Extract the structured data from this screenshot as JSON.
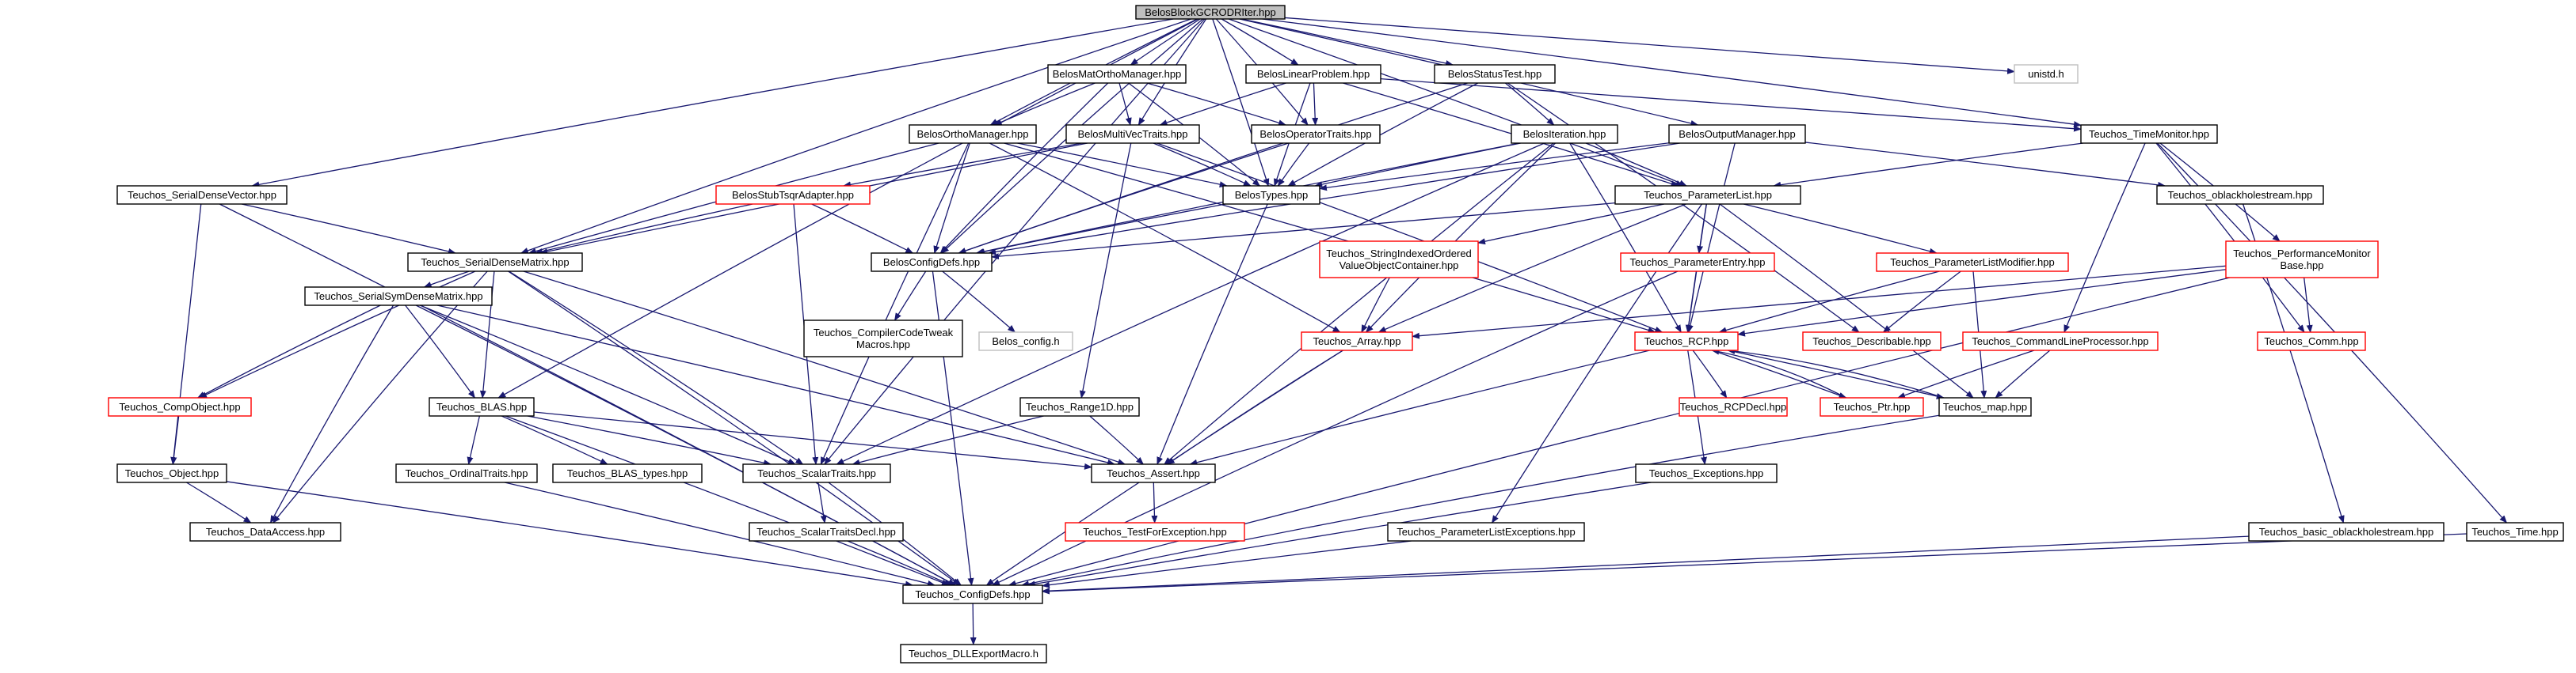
{
  "graph": {
    "type": "include-dependency-graph",
    "colors": {
      "edge": "#191970",
      "node_border_default": "#000000",
      "node_border_external": "#ff0000",
      "node_border_system": "#bfbfbf",
      "root_fill": "#bfbfbf",
      "node_fill": "#ffffff"
    },
    "nodes": [
      {
        "id": "root",
        "label": "BelosBlockGCRODRIter.hpp",
        "style": "root"
      },
      {
        "id": "unistd",
        "label": "unistd.h",
        "style": "system"
      },
      {
        "id": "bmom",
        "label": "BelosMatOrthoManager.hpp",
        "style": "normal"
      },
      {
        "id": "blp",
        "label": "BelosLinearProblem.hpp",
        "style": "normal"
      },
      {
        "id": "bst",
        "label": "BelosStatusTest.hpp",
        "style": "normal"
      },
      {
        "id": "ttm",
        "label": "Teuchos_TimeMonitor.hpp",
        "style": "normal"
      },
      {
        "id": "bom",
        "label": "BelosOrthoManager.hpp",
        "style": "normal"
      },
      {
        "id": "bmvt",
        "label": "BelosMultiVecTraits.hpp",
        "style": "normal"
      },
      {
        "id": "bopt",
        "label": "BelosOperatorTraits.hpp",
        "style": "normal"
      },
      {
        "id": "bit",
        "label": "BelosIteration.hpp",
        "style": "normal"
      },
      {
        "id": "bout",
        "label": "BelosOutputManager.hpp",
        "style": "normal"
      },
      {
        "id": "tsdv",
        "label": "Teuchos_SerialDenseVector.hpp",
        "style": "normal"
      },
      {
        "id": "bsta",
        "label": "BelosStubTsqrAdapter.hpp",
        "style": "external"
      },
      {
        "id": "btypes",
        "label": "BelosTypes.hpp",
        "style": "normal"
      },
      {
        "id": "tpl",
        "label": "Teuchos_ParameterList.hpp",
        "style": "normal"
      },
      {
        "id": "tobh",
        "label": "Teuchos_oblackholestream.hpp",
        "style": "normal"
      },
      {
        "id": "tsdm",
        "label": "Teuchos_SerialDenseMatrix.hpp",
        "style": "normal"
      },
      {
        "id": "bcd",
        "label": "BelosConfigDefs.hpp",
        "style": "normal"
      },
      {
        "id": "tsioc",
        "label": [
          "Teuchos_StringIndexedOrdered",
          "ValueObjectContainer.hpp"
        ],
        "style": "external"
      },
      {
        "id": "tpe",
        "label": "Teuchos_ParameterEntry.hpp",
        "style": "external"
      },
      {
        "id": "tplm",
        "label": "Teuchos_ParameterListModifier.hpp",
        "style": "external"
      },
      {
        "id": "tpm",
        "label": [
          "Teuchos_PerformanceMonitor",
          "Base.hpp"
        ],
        "style": "external"
      },
      {
        "id": "tssdm",
        "label": "Teuchos_SerialSymDenseMatrix.hpp",
        "style": "normal"
      },
      {
        "id": "tcct",
        "label": [
          "Teuchos_CompilerCodeTweak",
          "Macros.hpp"
        ],
        "style": "normal"
      },
      {
        "id": "bconf",
        "label": "Belos_config.h",
        "style": "system"
      },
      {
        "id": "tarr",
        "label": "Teuchos_Array.hpp",
        "style": "external"
      },
      {
        "id": "trcp",
        "label": "Teuchos_RCP.hpp",
        "style": "external"
      },
      {
        "id": "tdesc",
        "label": "Teuchos_Describable.hpp",
        "style": "external"
      },
      {
        "id": "tclp",
        "label": "Teuchos_CommandLineProcessor.hpp",
        "style": "external"
      },
      {
        "id": "tcomm",
        "label": "Teuchos_Comm.hpp",
        "style": "external"
      },
      {
        "id": "tco",
        "label": "Teuchos_CompObject.hpp",
        "style": "external"
      },
      {
        "id": "tblas",
        "label": "Teuchos_BLAS.hpp",
        "style": "normal"
      },
      {
        "id": "tr1d",
        "label": "Teuchos_Range1D.hpp",
        "style": "normal"
      },
      {
        "id": "trcpd",
        "label": "Teuchos_RCPDecl.hpp",
        "style": "external"
      },
      {
        "id": "tptr",
        "label": "Teuchos_Ptr.hpp",
        "style": "external"
      },
      {
        "id": "tmap",
        "label": "Teuchos_map.hpp",
        "style": "normal"
      },
      {
        "id": "tobj",
        "label": "Teuchos_Object.hpp",
        "style": "normal"
      },
      {
        "id": "tot",
        "label": "Teuchos_OrdinalTraits.hpp",
        "style": "normal"
      },
      {
        "id": "tbt",
        "label": "Teuchos_BLAS_types.hpp",
        "style": "normal"
      },
      {
        "id": "tst",
        "label": "Teuchos_ScalarTraits.hpp",
        "style": "normal"
      },
      {
        "id": "tassert",
        "label": "Teuchos_Assert.hpp",
        "style": "normal"
      },
      {
        "id": "texc",
        "label": "Teuchos_Exceptions.hpp",
        "style": "normal"
      },
      {
        "id": "tda",
        "label": "Teuchos_DataAccess.hpp",
        "style": "normal"
      },
      {
        "id": "tstd",
        "label": "Teuchos_ScalarTraitsDecl.hpp",
        "style": "normal"
      },
      {
        "id": "ttfe",
        "label": "Teuchos_TestForException.hpp",
        "style": "external"
      },
      {
        "id": "tple",
        "label": "Teuchos_ParameterListExceptions.hpp",
        "style": "normal"
      },
      {
        "id": "tbob",
        "label": "Teuchos_basic_oblackholestream.hpp",
        "style": "normal"
      },
      {
        "id": "ttime",
        "label": "Teuchos_Time.hpp",
        "style": "normal"
      },
      {
        "id": "tcd",
        "label": "Teuchos_ConfigDefs.hpp",
        "style": "normal"
      },
      {
        "id": "tdll",
        "label": "Teuchos_DLLExportMacro.h",
        "style": "normal"
      }
    ],
    "edges": [
      [
        "root",
        "unistd"
      ],
      [
        "root",
        "bmom"
      ],
      [
        "root",
        "blp"
      ],
      [
        "root",
        "bst"
      ],
      [
        "root",
        "ttm"
      ],
      [
        "root",
        "bom"
      ],
      [
        "root",
        "bmvt"
      ],
      [
        "root",
        "bopt"
      ],
      [
        "root",
        "bout"
      ],
      [
        "root",
        "tsdv"
      ],
      [
        "root",
        "btypes"
      ],
      [
        "root",
        "tpl"
      ],
      [
        "root",
        "tsdm"
      ],
      [
        "root",
        "bcd"
      ],
      [
        "root",
        "tblas"
      ],
      [
        "root",
        "tst"
      ],
      [
        "bmom",
        "bom"
      ],
      [
        "bmom",
        "bmvt"
      ],
      [
        "bmom",
        "bopt"
      ],
      [
        "bmom",
        "btypes"
      ],
      [
        "bmom",
        "bcd"
      ],
      [
        "blp",
        "bmvt"
      ],
      [
        "blp",
        "bopt"
      ],
      [
        "blp",
        "btypes"
      ],
      [
        "blp",
        "ttm"
      ],
      [
        "blp",
        "tpl"
      ],
      [
        "bst",
        "bit"
      ],
      [
        "bst",
        "btypes"
      ],
      [
        "bst",
        "bcd"
      ],
      [
        "bst",
        "tdesc"
      ],
      [
        "ttm",
        "tpl"
      ],
      [
        "ttm",
        "tpm"
      ],
      [
        "ttm",
        "tclp"
      ],
      [
        "ttm",
        "ttime"
      ],
      [
        "ttm",
        "tcomm"
      ],
      [
        "bom",
        "tsdm"
      ],
      [
        "bom",
        "btypes"
      ],
      [
        "bom",
        "bcd"
      ],
      [
        "bom",
        "tarr"
      ],
      [
        "bom",
        "trcp"
      ],
      [
        "bom",
        "tst"
      ],
      [
        "bmvt",
        "btypes"
      ],
      [
        "bmvt",
        "bsta"
      ],
      [
        "bmvt",
        "tsdm"
      ],
      [
        "bmvt",
        "tr1d"
      ],
      [
        "bmvt",
        "trcp"
      ],
      [
        "bopt",
        "btypes"
      ],
      [
        "bopt",
        "bcd"
      ],
      [
        "bit",
        "btypes"
      ],
      [
        "bit",
        "tpl"
      ],
      [
        "bit",
        "tarr"
      ],
      [
        "bit",
        "trcp"
      ],
      [
        "bit",
        "bcd"
      ],
      [
        "bit",
        "tassert"
      ],
      [
        "bit",
        "tst"
      ],
      [
        "bout",
        "btypes"
      ],
      [
        "bout",
        "tobh"
      ],
      [
        "bout",
        "trcp"
      ],
      [
        "bout",
        "bcd"
      ],
      [
        "tsdv",
        "tsdm"
      ],
      [
        "tsdv",
        "tobj"
      ],
      [
        "tsdv",
        "tcd"
      ],
      [
        "bsta",
        "tsdm"
      ],
      [
        "bsta",
        "bcd"
      ],
      [
        "bsta",
        "tst"
      ],
      [
        "btypes",
        "bcd"
      ],
      [
        "btypes",
        "tassert"
      ],
      [
        "tpl",
        "tsioc"
      ],
      [
        "tpl",
        "tpe"
      ],
      [
        "tpl",
        "tplm"
      ],
      [
        "tpl",
        "trcp"
      ],
      [
        "tpl",
        "tarr"
      ],
      [
        "tpl",
        "tple"
      ],
      [
        "tpl",
        "tmap"
      ],
      [
        "tpl",
        "bcd"
      ],
      [
        "tobh",
        "tbob"
      ],
      [
        "tsdm",
        "tssdm"
      ],
      [
        "tsdm",
        "tco"
      ],
      [
        "tsdm",
        "tblas"
      ],
      [
        "tsdm",
        "tda"
      ],
      [
        "tsdm",
        "tcd"
      ],
      [
        "tsdm",
        "tst"
      ],
      [
        "tsdm",
        "tassert"
      ],
      [
        "bcd",
        "tcct"
      ],
      [
        "bcd",
        "bconf"
      ],
      [
        "bcd",
        "tcd"
      ],
      [
        "tsioc",
        "tarr"
      ],
      [
        "tpe",
        "trcp"
      ],
      [
        "tpe",
        "tcd"
      ],
      [
        "tplm",
        "trcp"
      ],
      [
        "tplm",
        "tdesc"
      ],
      [
        "tplm",
        "tmap"
      ],
      [
        "tpm",
        "trcp"
      ],
      [
        "tpm",
        "tarr"
      ],
      [
        "tpm",
        "tcomm"
      ],
      [
        "tpm",
        "tcd"
      ],
      [
        "tssdm",
        "tco"
      ],
      [
        "tssdm",
        "tblas"
      ],
      [
        "tssdm",
        "tda"
      ],
      [
        "tssdm",
        "tcd"
      ],
      [
        "tssdm",
        "tst"
      ],
      [
        "tssdm",
        "tassert"
      ],
      [
        "tarr",
        "tassert"
      ],
      [
        "tarr",
        "tcd"
      ],
      [
        "trcp",
        "trcpd"
      ],
      [
        "trcp",
        "tptr"
      ],
      [
        "trcp",
        "texc"
      ],
      [
        "trcp",
        "tmap"
      ],
      [
        "trcp",
        "tassert"
      ],
      [
        "tptr",
        "trcp"
      ],
      [
        "tmap",
        "trcp"
      ],
      [
        "tclp",
        "tptr"
      ],
      [
        "tclp",
        "tmap"
      ],
      [
        "tco",
        "tobj"
      ],
      [
        "tblas",
        "tot"
      ],
      [
        "tblas",
        "tbt"
      ],
      [
        "tblas",
        "tst"
      ],
      [
        "tblas",
        "tassert"
      ],
      [
        "tblas",
        "tcd"
      ],
      [
        "tr1d",
        "tassert"
      ],
      [
        "tr1d",
        "tst"
      ],
      [
        "tmap",
        "tcd"
      ],
      [
        "tobj",
        "tda"
      ],
      [
        "tobj",
        "tcd"
      ],
      [
        "tot",
        "tcd"
      ],
      [
        "tst",
        "tstd"
      ],
      [
        "tst",
        "tcd"
      ],
      [
        "tassert",
        "ttfe"
      ],
      [
        "texc",
        "tcd"
      ],
      [
        "tstd",
        "tcd"
      ],
      [
        "tple",
        "tcd"
      ],
      [
        "tbob",
        "tcd"
      ],
      [
        "ttime",
        "tcd"
      ],
      [
        "tcd",
        "tdll"
      ]
    ]
  }
}
